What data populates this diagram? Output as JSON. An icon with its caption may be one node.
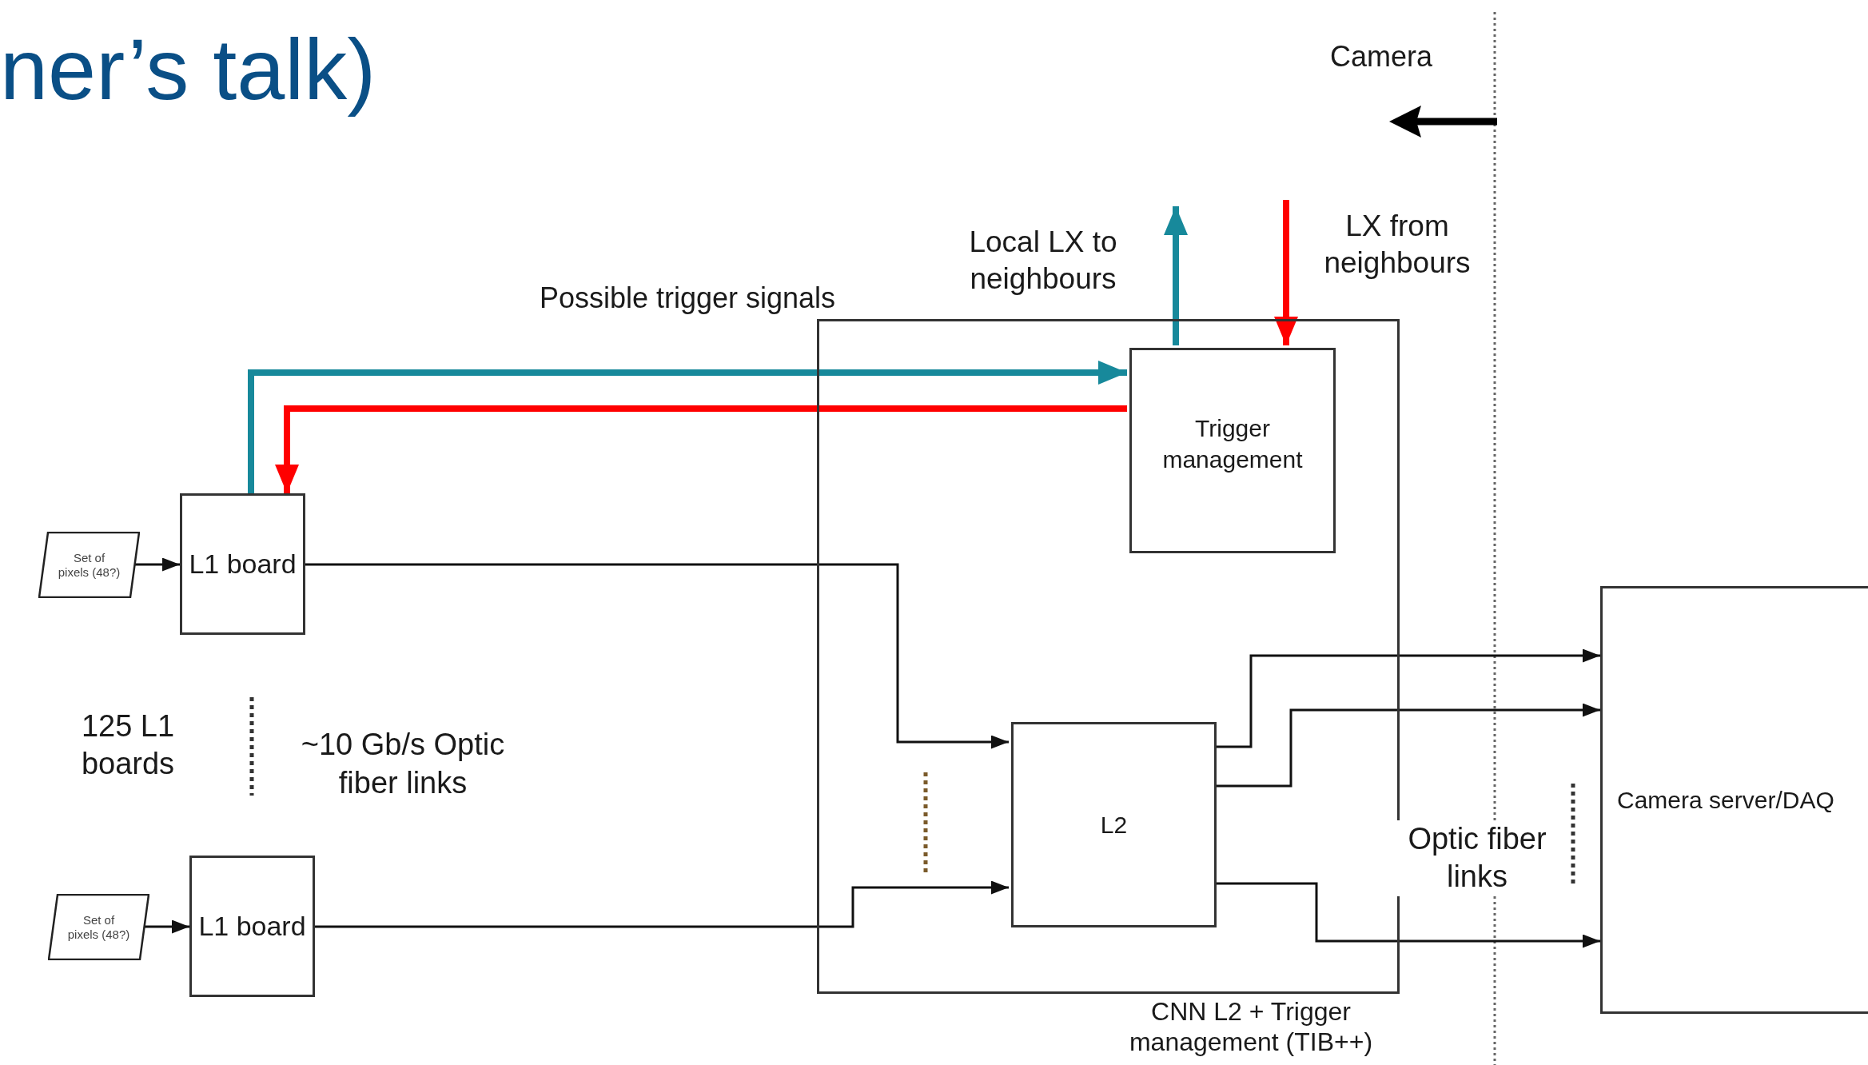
{
  "diagram": {
    "title": "ner’s talk)",
    "nodes": [
      {
        "text": [
          "Set of pixels (48?)"
        ]
      },
      {
        "text": [
          "L1 board"
        ]
      },
      {
        "text": [
          "Set of pixels (48?)"
        ]
      },
      {
        "text": [
          "L1 board"
        ]
      },
      {
        "text": [
          "CNN L2 + Trigger management (TIB++)"
        ]
      },
      {
        "text": [
          "Trigger management"
        ],
        "in": 4
      },
      {
        "text": [
          "L2"
        ],
        "in": 4
      },
      {
        "text": [
          "Camera server/DAQ"
        ]
      }
    ],
    "edges": [
      {
        "from": 0,
        "to": 1,
        "arrow": "to"
      },
      {
        "from": 2,
        "to": 3,
        "arrow": "to"
      },
      {
        "from": 1,
        "to": 5,
        "arrow": "to",
        "style": "thick",
        "color": "#17899b"
      },
      {
        "from": 5,
        "to": 1,
        "arrow": "to",
        "style": "thick",
        "color": "#ff0000"
      },
      {
        "from": 5,
        "to": null,
        "arrow": "to",
        "label": "Local LX to neighbours",
        "style": "thick",
        "color": "#17899b"
      },
      {
        "from": null,
        "to": 5,
        "arrow": "to",
        "label": "LX from neighbours",
        "style": "thick",
        "color": "#ff0000"
      },
      {
        "from": 1,
        "to": 6,
        "arrow": "to"
      },
      {
        "from": 3,
        "to": 6,
        "arrow": "to"
      },
      {
        "from": 6,
        "to": 7,
        "arrow": "to"
      },
      {
        "from": 6,
        "to": 7,
        "arrow": "to"
      },
      {
        "from": 6,
        "to": 7,
        "arrow": "to"
      }
    ],
    "labels": [
      "Possible trigger signals",
      "Camera",
      "125 L1 boards",
      "~10 Gb/s Optic fiber links",
      "Optic fiber links"
    ]
  }
}
